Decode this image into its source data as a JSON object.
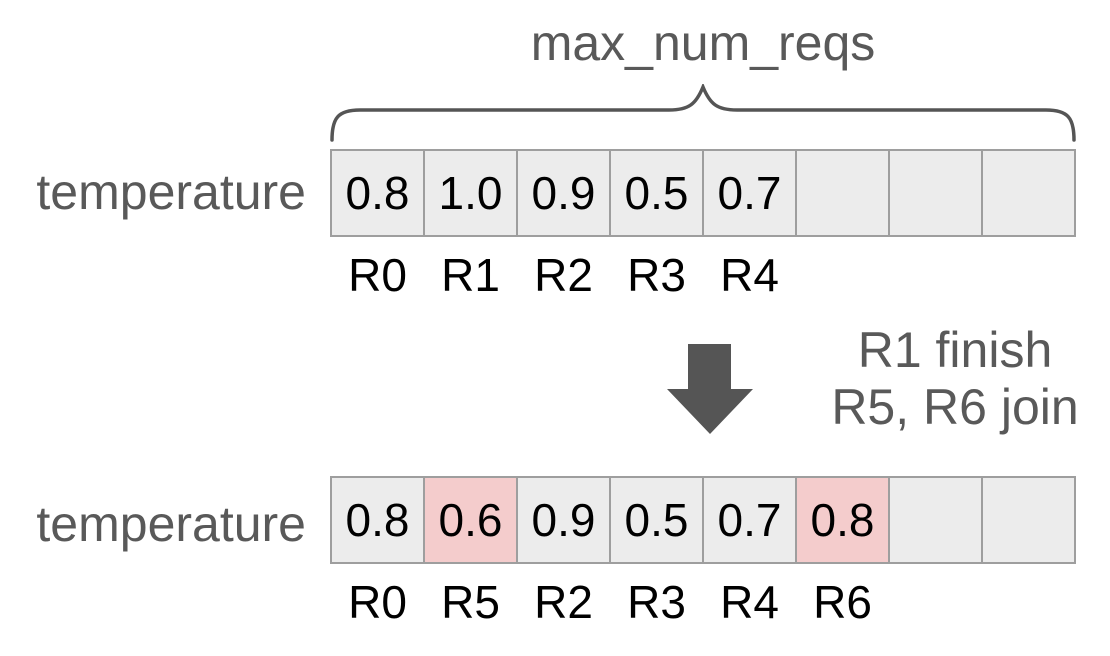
{
  "brace": {
    "label": "max_num_reqs"
  },
  "arrays": {
    "before": {
      "row_label": "temperature",
      "cells": [
        "0.8",
        "1.0",
        "0.9",
        "0.5",
        "0.7",
        "",
        "",
        ""
      ],
      "highlight_indices": [],
      "labels": [
        "R0",
        "R1",
        "R2",
        "R3",
        "R4",
        "",
        "",
        ""
      ]
    },
    "after": {
      "row_label": "temperature",
      "cells": [
        "0.8",
        "0.6",
        "0.9",
        "0.5",
        "0.7",
        "0.8",
        "",
        ""
      ],
      "highlight_indices": [
        1,
        5
      ],
      "labels": [
        "R0",
        "R5",
        "R2",
        "R3",
        "R4",
        "R6",
        "",
        ""
      ]
    }
  },
  "transition": {
    "line1": "R1 finish",
    "line2": "R5, R6 join"
  },
  "colors": {
    "background": "#ffffff",
    "cell_bg": "#ececec",
    "cell_highlight": "#f4cccc",
    "cell_border": "#9e9e9e",
    "gray_text": "#595959",
    "black_text": "#000000",
    "arrow": "#555555",
    "brace": "#555555"
  }
}
